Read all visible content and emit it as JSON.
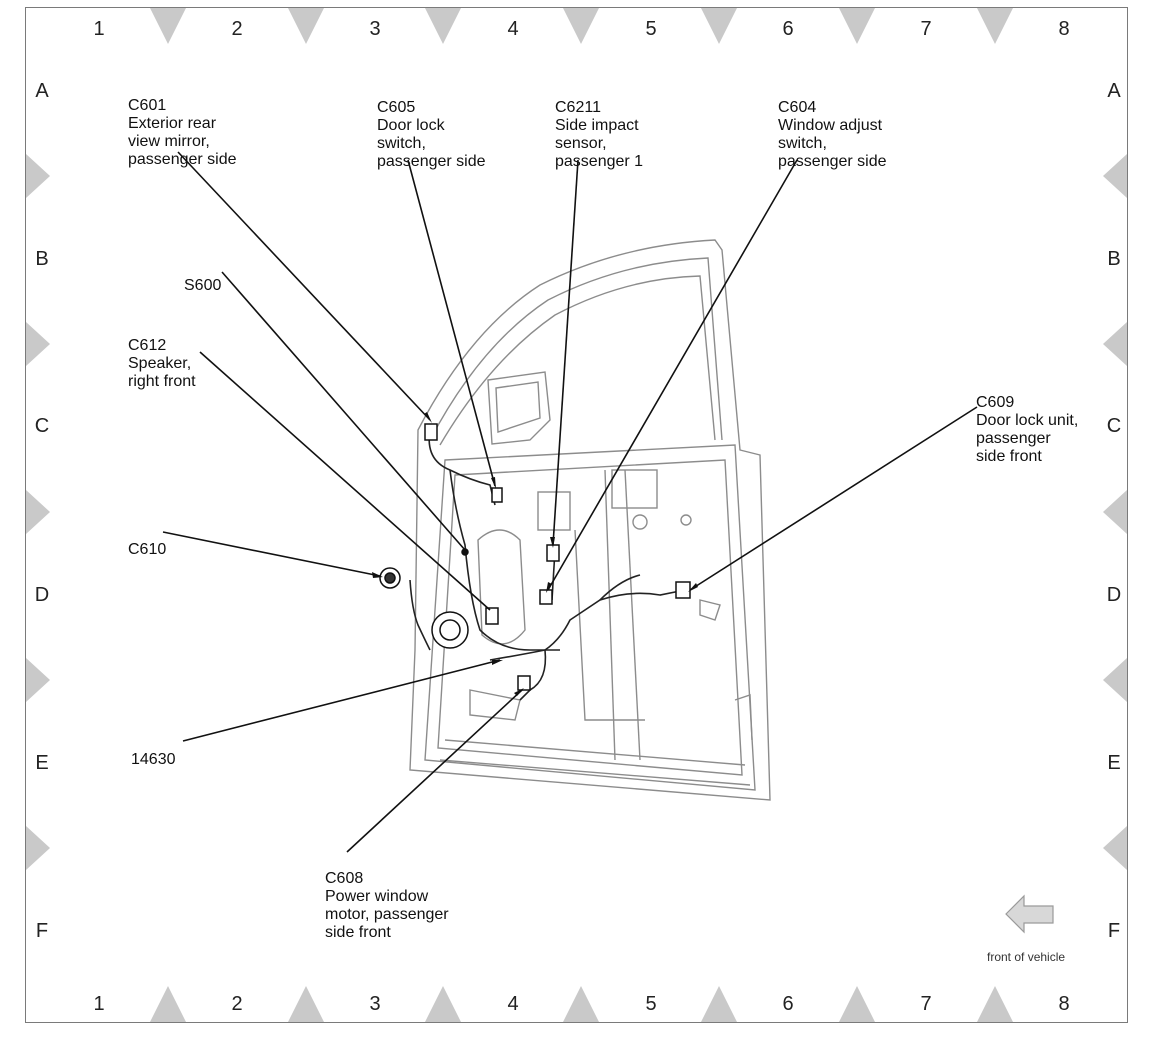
{
  "grid": {
    "columns": [
      "1",
      "2",
      "3",
      "4",
      "5",
      "6",
      "7",
      "8"
    ],
    "rows": [
      "A",
      "B",
      "C",
      "D",
      "E",
      "F"
    ]
  },
  "callouts": {
    "c601": {
      "code": "C601",
      "desc": "Exterior rear\nview mirror,\npassenger side"
    },
    "c605": {
      "code": "C605",
      "desc": "Door lock\nswitch,\npassenger side"
    },
    "c6211": {
      "code": "C6211",
      "desc": "Side impact\nsensor,\npassenger 1"
    },
    "c604": {
      "code": "C604",
      "desc": "Window adjust\nswitch,\npassenger side"
    },
    "s600": {
      "code": "S600",
      "desc": ""
    },
    "c612": {
      "code": "C612",
      "desc": "Speaker,\nright front"
    },
    "c609": {
      "code": "C609",
      "desc": "Door lock unit,\npassenger\nside front"
    },
    "c610": {
      "code": "C610",
      "desc": ""
    },
    "n14630": {
      "code": "14630",
      "desc": ""
    },
    "c608": {
      "code": "C608",
      "desc": "Power window\nmotor, passenger\nside front"
    }
  },
  "legend": {
    "label": "front of vehicle"
  },
  "colors": {
    "line": "#111111",
    "marker": "#c9c9c9",
    "door": "#8c8c8c",
    "frame": "#7a7a7a"
  }
}
